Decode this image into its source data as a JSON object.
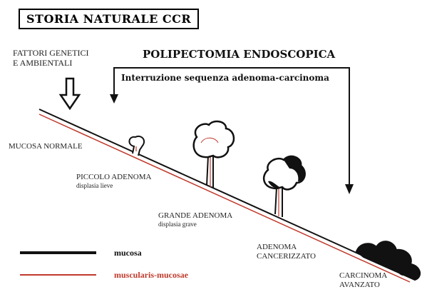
{
  "title": "STORIA NATURALE CCR",
  "factors": [
    "FATTORI GENETICI",
    "E AMBIENTALI"
  ],
  "polypectomy": "POLIPECTOMIA ENDOSCOPICA",
  "interruption": "Interruzione sequenza adenoma-carcinoma",
  "stages": {
    "normal": "MUCOSA NORMALE",
    "small": {
      "name": "PICCOLO ADENOMA",
      "detail": "displasia lieve"
    },
    "large": {
      "name": "GRANDE ADENOMA",
      "detail": "displasia grave"
    },
    "cancerized": [
      "ADENOMA",
      "CANCERIZZATO"
    ],
    "carcinoma": [
      "CARCINOMA",
      "AVANZATO"
    ]
  },
  "legend": {
    "mucosa": {
      "label": "mucosa",
      "color": "#111111"
    },
    "muscularis": {
      "label": "muscularis-mucosae",
      "color": "#c0392b"
    }
  }
}
